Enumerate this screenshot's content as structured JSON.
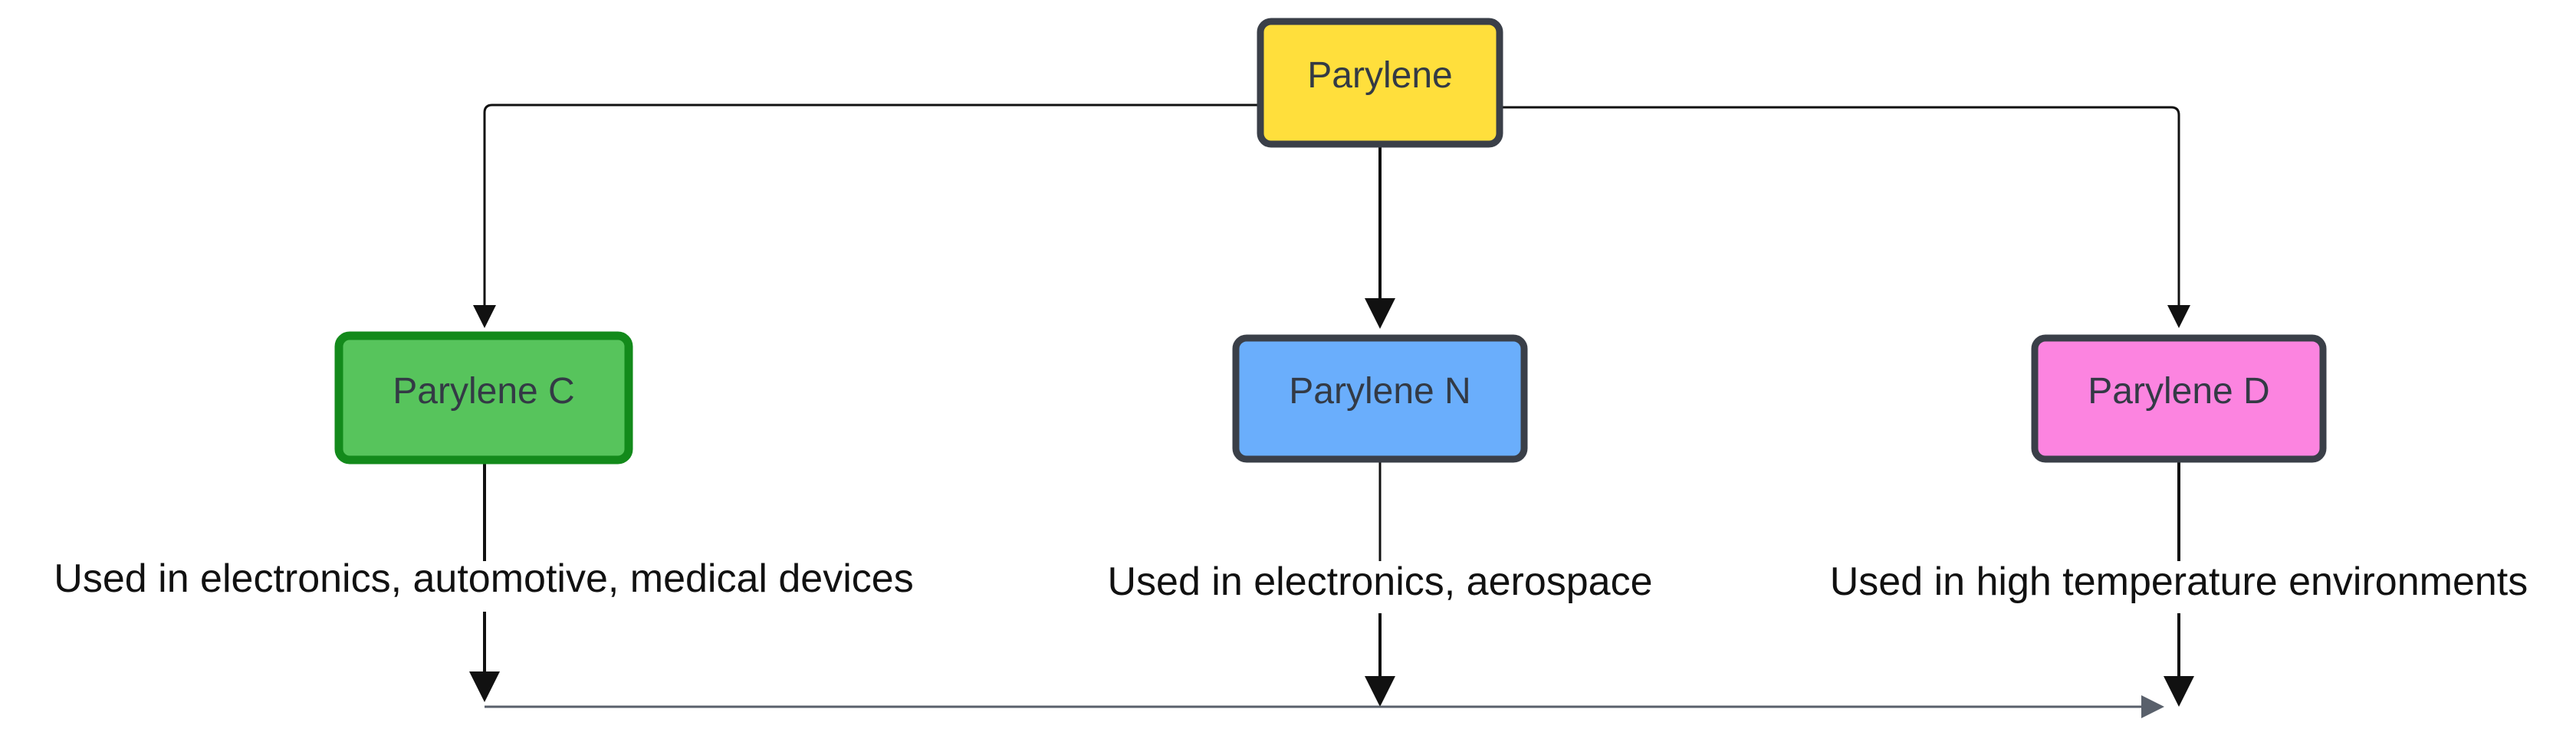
{
  "nodes": {
    "root": {
      "label": "Parylene",
      "fill": "#ffdf3c",
      "stroke": "#3a3f48"
    },
    "c": {
      "label": "Parylene C",
      "fill": "#57c45c",
      "stroke": "#138a1b"
    },
    "n": {
      "label": "Parylene N",
      "fill": "#6aaefc",
      "stroke": "#3a3f48"
    },
    "d": {
      "label": "Parylene D",
      "fill": "#fc84e0",
      "stroke": "#3a3f48"
    }
  },
  "edge_labels": {
    "c": "Used in electronics, automotive, medical devices",
    "n": "Used in electronics, aerospace",
    "d": "Used in high temperature environments"
  },
  "colors": {
    "line": "#111111",
    "bottom_line": "#59606b",
    "arrowhead": "#111111"
  }
}
